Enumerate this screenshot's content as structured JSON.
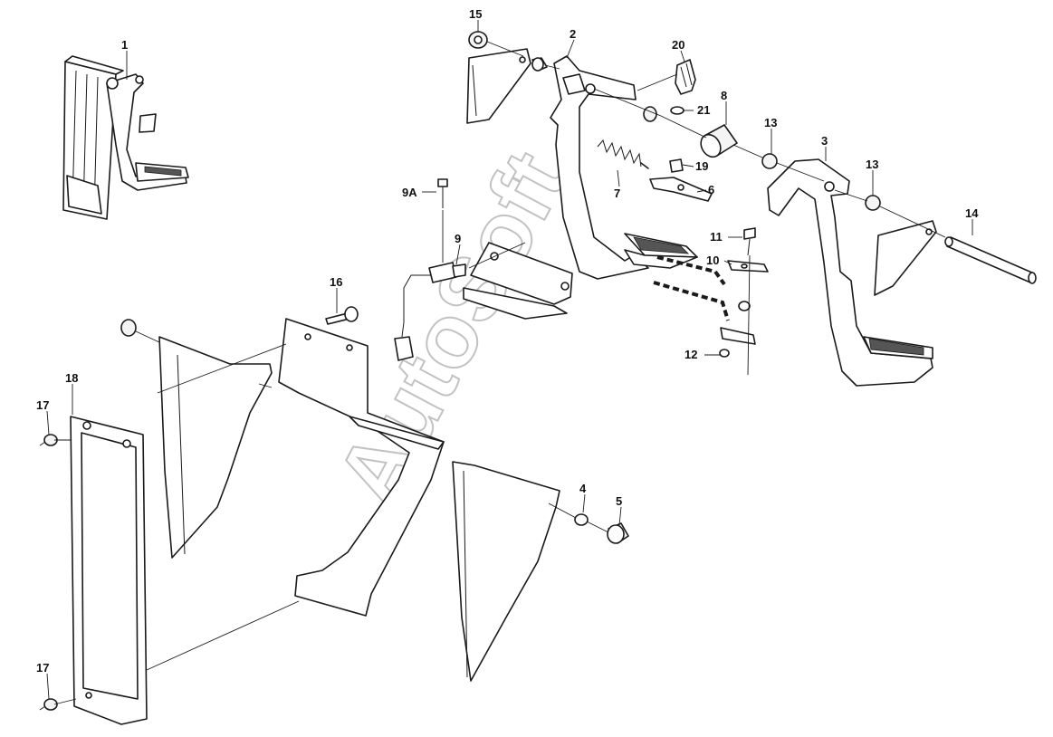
{
  "watermark": "AutoSoft",
  "callouts": [
    {
      "id": "c1",
      "text": "1"
    },
    {
      "id": "c2",
      "text": "2"
    },
    {
      "id": "c3",
      "text": "3"
    },
    {
      "id": "c4",
      "text": "4"
    },
    {
      "id": "c5",
      "text": "5"
    },
    {
      "id": "c6",
      "text": "6"
    },
    {
      "id": "c7",
      "text": "7"
    },
    {
      "id": "c8",
      "text": "8"
    },
    {
      "id": "c9",
      "text": "9"
    },
    {
      "id": "c9a",
      "text": "9A"
    },
    {
      "id": "c10",
      "text": "10"
    },
    {
      "id": "c11",
      "text": "11"
    },
    {
      "id": "c12",
      "text": "12"
    },
    {
      "id": "c13a",
      "text": "13"
    },
    {
      "id": "c13b",
      "text": "13"
    },
    {
      "id": "c14",
      "text": "14"
    },
    {
      "id": "c15",
      "text": "15"
    },
    {
      "id": "c16",
      "text": "16"
    },
    {
      "id": "c17a",
      "text": "17"
    },
    {
      "id": "c17b",
      "text": "17"
    },
    {
      "id": "c18",
      "text": "18"
    },
    {
      "id": "c19",
      "text": "19"
    },
    {
      "id": "c20",
      "text": "20"
    },
    {
      "id": "c21",
      "text": "21"
    }
  ]
}
